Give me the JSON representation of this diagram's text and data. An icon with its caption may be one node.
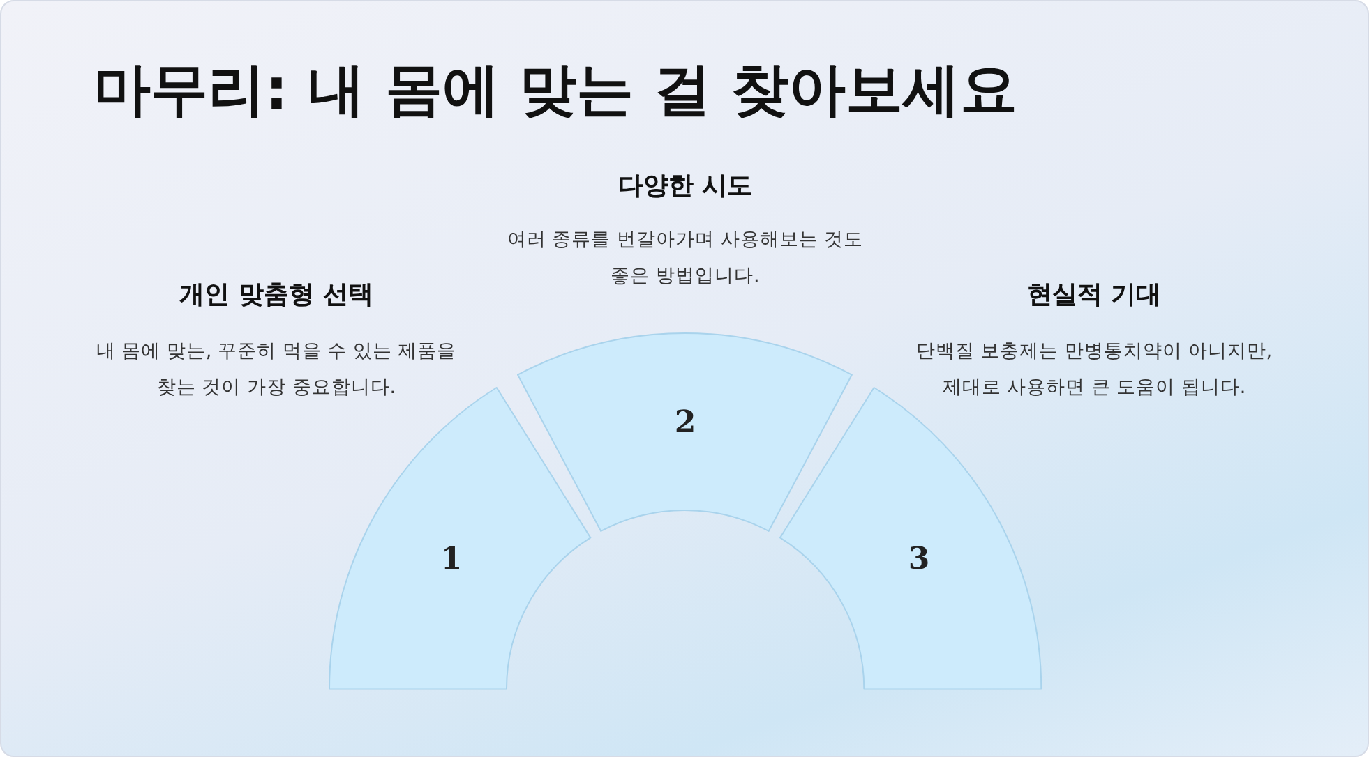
{
  "diagram": {
    "title": "마무리: 내 몸에 맞는 걸 찾아보세요",
    "nodes": [
      {
        "text": [
          "1"
        ],
        "beside": [
          "개인 맞춤형 선택",
          "내 몸에 맞는, 꾸준히 먹을 수 있는 제품을 찾는 것이 가장 중요합니다."
        ]
      },
      {
        "text": [
          "2"
        ],
        "beside": [
          "다양한 시도",
          "여러 종류를 번갈아가며 사용해보는 것도 좋은 방법입니다."
        ]
      },
      {
        "text": [
          "3"
        ],
        "beside": [
          "현실적 기대",
          "단백질 보충제는 만병통치약이 아니지만, 제대로 사용하면 큰 도움이 됩니다."
        ]
      }
    ],
    "edges": []
  }
}
